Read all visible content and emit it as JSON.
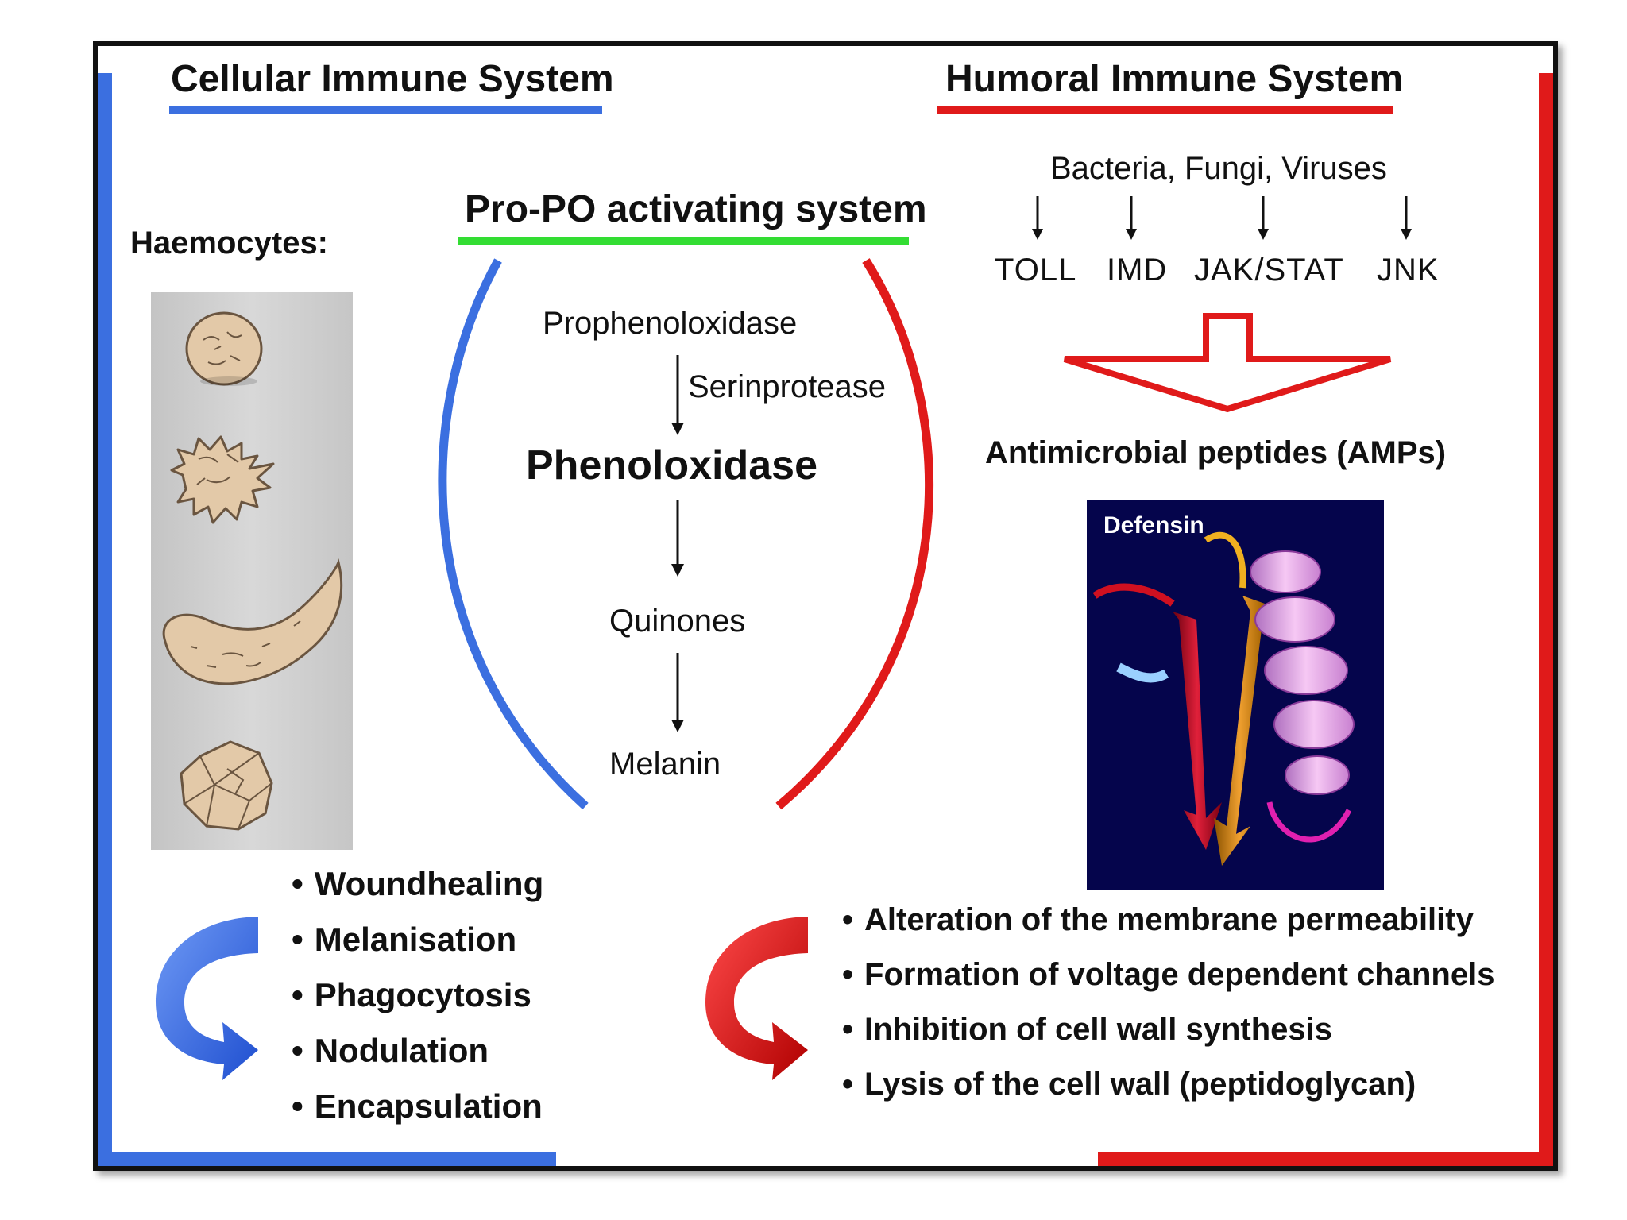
{
  "cellular": {
    "title": "Cellular Immune System",
    "color": "#3b6fe0",
    "haemocytes_label": "Haemocytes:",
    "cell_icons": [
      "round-haemocyte-icon",
      "spiky-haemocyte-icon",
      "elongated-haemocyte-icon",
      "crystal-cell-icon"
    ],
    "cell_fill": "#e3c9a8",
    "functions": [
      "Woundhealing",
      "Melanisation",
      "Phagocytosis",
      "Nodulation",
      "Encapsulation"
    ]
  },
  "humoral": {
    "title": "Humoral Immune System",
    "color": "#e01a1a",
    "pathogens": "Bacteria, Fungi, Viruses",
    "pathways": [
      "TOLL",
      "IMD",
      "JAK/STAT",
      "JNK"
    ],
    "amp_label": "Antimicrobial peptides (AMPs)",
    "defensin_label": "Defensin",
    "effects": [
      "Alteration of the membrane permeability",
      "Formation of voltage dependent channels",
      "Inhibition of cell wall synthesis",
      "Lysis of the cell wall (peptidoglycan)"
    ]
  },
  "propo": {
    "title": "Pro-PO activating system",
    "color": "#33dd33",
    "prophenoloxidase": "Prophenoloxidase",
    "serinprotease": "Serinprotease",
    "phenoloxidase": "Phenoloxidase",
    "quinones": "Quinones",
    "melanin": "Melanin"
  },
  "colors": {
    "frame": "#111111",
    "background": "#ffffff",
    "defensin_bg": "#05054c"
  }
}
